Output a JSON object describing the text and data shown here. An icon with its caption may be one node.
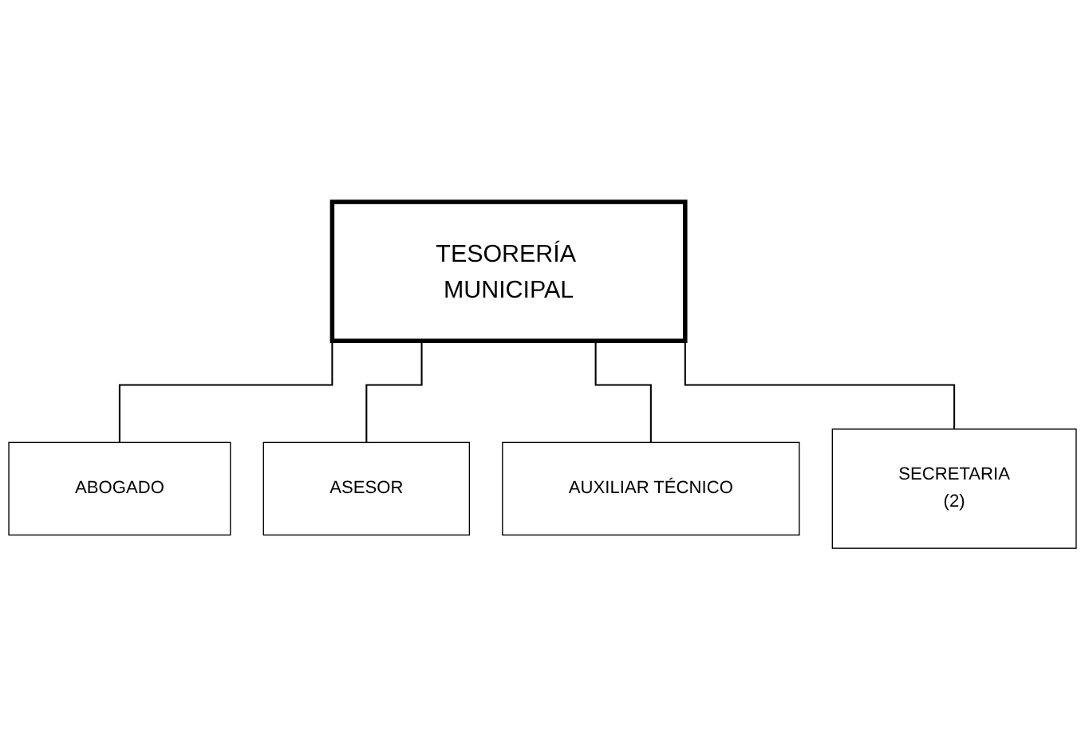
{
  "diagram": {
    "nodes": [
      {
        "text": [
          "TESORERÍA MUNICIPAL"
        ]
      },
      {
        "text": [
          "ABOGADO"
        ]
      },
      {
        "text": [
          "ASESOR"
        ]
      },
      {
        "text": [
          "AUXILIAR TÉCNICO"
        ]
      },
      {
        "text": [
          "SECRETARIA",
          "(2)"
        ]
      }
    ],
    "edges": [
      {
        "from": 0,
        "to": 1,
        "arrow": "none"
      },
      {
        "from": 0,
        "to": 2,
        "arrow": "none"
      },
      {
        "from": 0,
        "to": 3,
        "arrow": "none"
      },
      {
        "from": 0,
        "to": 4,
        "arrow": "none"
      }
    ]
  }
}
